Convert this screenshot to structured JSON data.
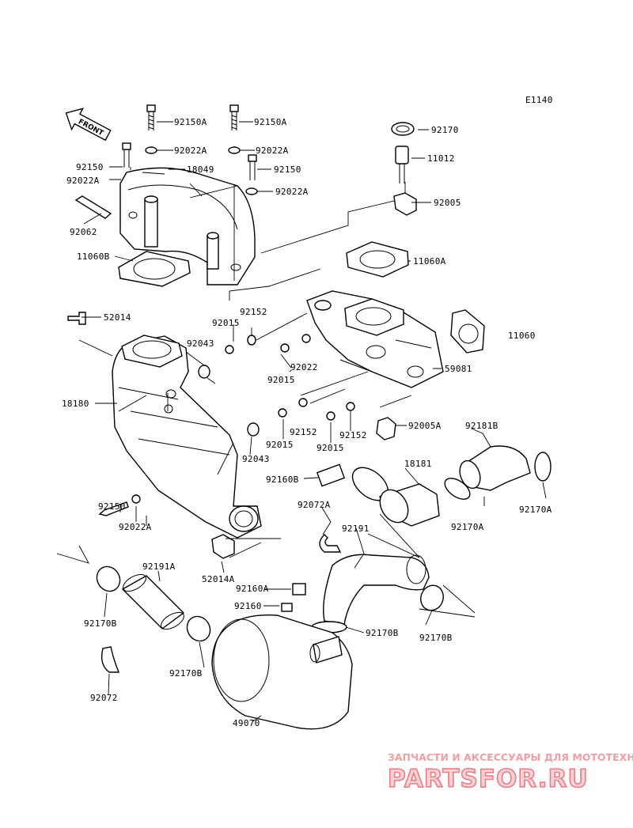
{
  "diagram_code": "E1140",
  "front_label": "FRONT",
  "labels": [
    "92150A",
    "92150A",
    "92022A",
    "92022A",
    "92150",
    "18049",
    "92150",
    "92022A",
    "92022A",
    "92062",
    "92170",
    "11012",
    "92005",
    "11060B",
    "11060A",
    "52014",
    "92152",
    "92015",
    "92043",
    "92022",
    "11060",
    "92015",
    "59081",
    "18180",
    "92152",
    "92005A",
    "92015",
    "92152",
    "92015",
    "92043",
    "92181B",
    "18181",
    "92160B",
    "92150",
    "92170A",
    "92170A",
    "92072A",
    "92022A",
    "92191",
    "52014A",
    "92191A",
    "92160A",
    "92160",
    "92170B",
    "92170B",
    "92170B",
    "92170B",
    "92072",
    "49070"
  ],
  "watermark": {
    "tagline": "ЗАПЧАСТИ И АКСЕССУАРЫ ДЛЯ МОТОТЕХНИКИ",
    "brand": "PARTSFOR.RU"
  }
}
